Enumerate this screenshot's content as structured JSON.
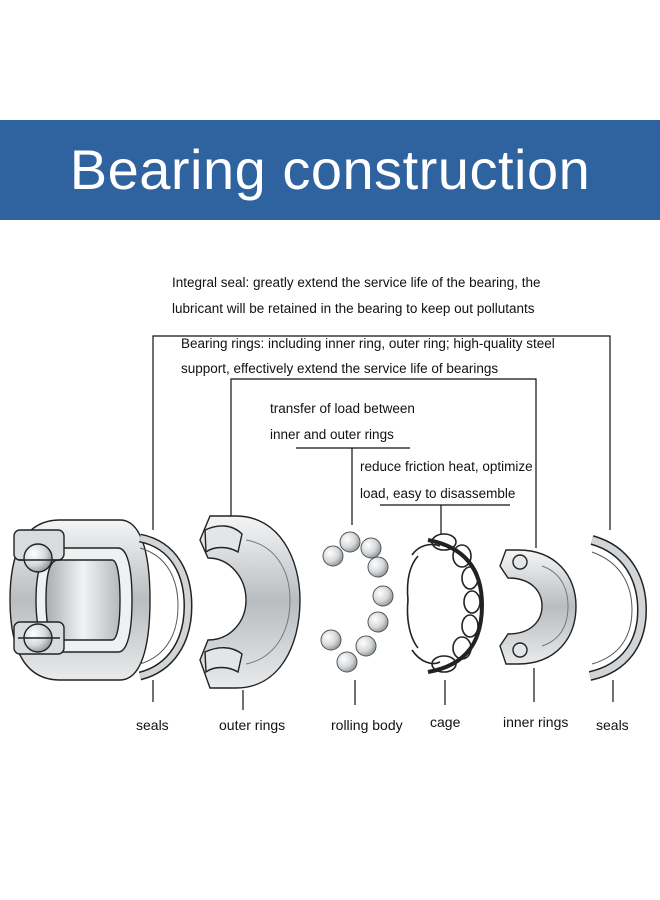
{
  "title": "Bearing construction",
  "colors": {
    "banner": "#2f63a0",
    "banner_text": "#ffffff",
    "line": "#111111",
    "metal": "#c9ccce"
  },
  "descriptions": {
    "integral_seal": [
      "Integral seal: greatly extend the service life of the bearing, the",
      "lubricant will be retained in the bearing to keep out pollutants"
    ],
    "bearing_rings": [
      "Bearing rings: including inner ring, outer ring; high-quality steel",
      "support, effectively extend the service life of bearings"
    ],
    "rolling_body": [
      "transfer of load between",
      "inner and outer rings"
    ],
    "cage": [
      "reduce friction heat, optimize",
      "load, easy to disassemble"
    ]
  },
  "labels": {
    "seals_left": "seals",
    "outer_rings": "outer rings",
    "rolling_body": "rolling body",
    "cage": "cage",
    "inner_rings": "inner rings",
    "seals_right": "seals"
  }
}
